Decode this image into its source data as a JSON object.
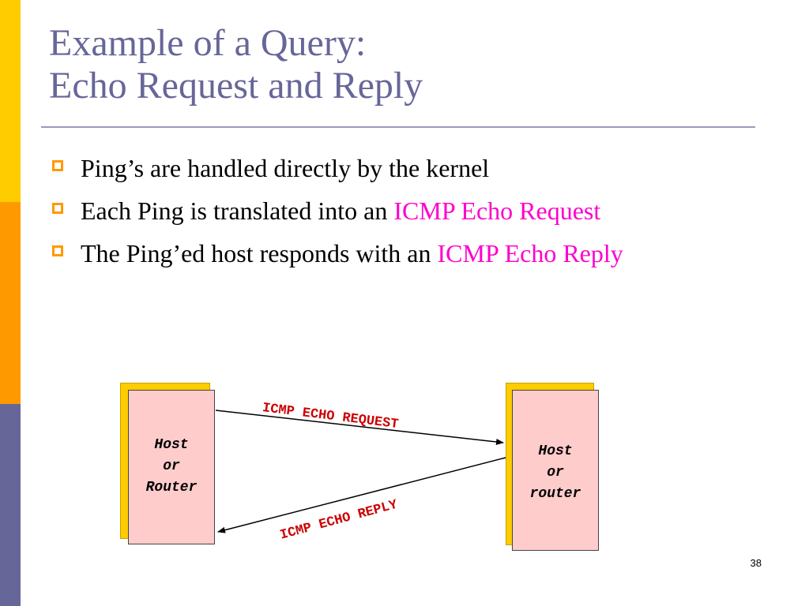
{
  "title": {
    "line1": "Example of a Query:",
    "line2": "Echo Request and Reply"
  },
  "bullets": [
    {
      "text": "Ping’s are handled directly by the kernel",
      "highlight": ""
    },
    {
      "text": "Each Ping is translated into an ",
      "highlight": "ICMP Echo Request"
    },
    {
      "text": "The Ping’ed host responds with an ",
      "highlight": "ICMP Echo Reply"
    }
  ],
  "diagram": {
    "left_box": {
      "lines": [
        "Host",
        "or",
        "Router"
      ]
    },
    "right_box": {
      "lines": [
        "Host",
        "or",
        "router"
      ]
    },
    "request_label": "ICMP ECHO REQUEST",
    "reply_label": "ICMP ECHO REPLY"
  },
  "page_number": "38",
  "colors": {
    "title": "#666699",
    "highlight": "#ff00cc",
    "bullet_marker": "#ff9900",
    "bar_yellow": "#ffcc00",
    "bar_orange": "#ff9900",
    "bar_purple": "#666699",
    "box_fill": "#ffcccc",
    "box_shadow": "#ffcc00",
    "arrow_label": "#cc0000"
  },
  "icons": {
    "bullet": "hollow-square-bullet-icon"
  }
}
